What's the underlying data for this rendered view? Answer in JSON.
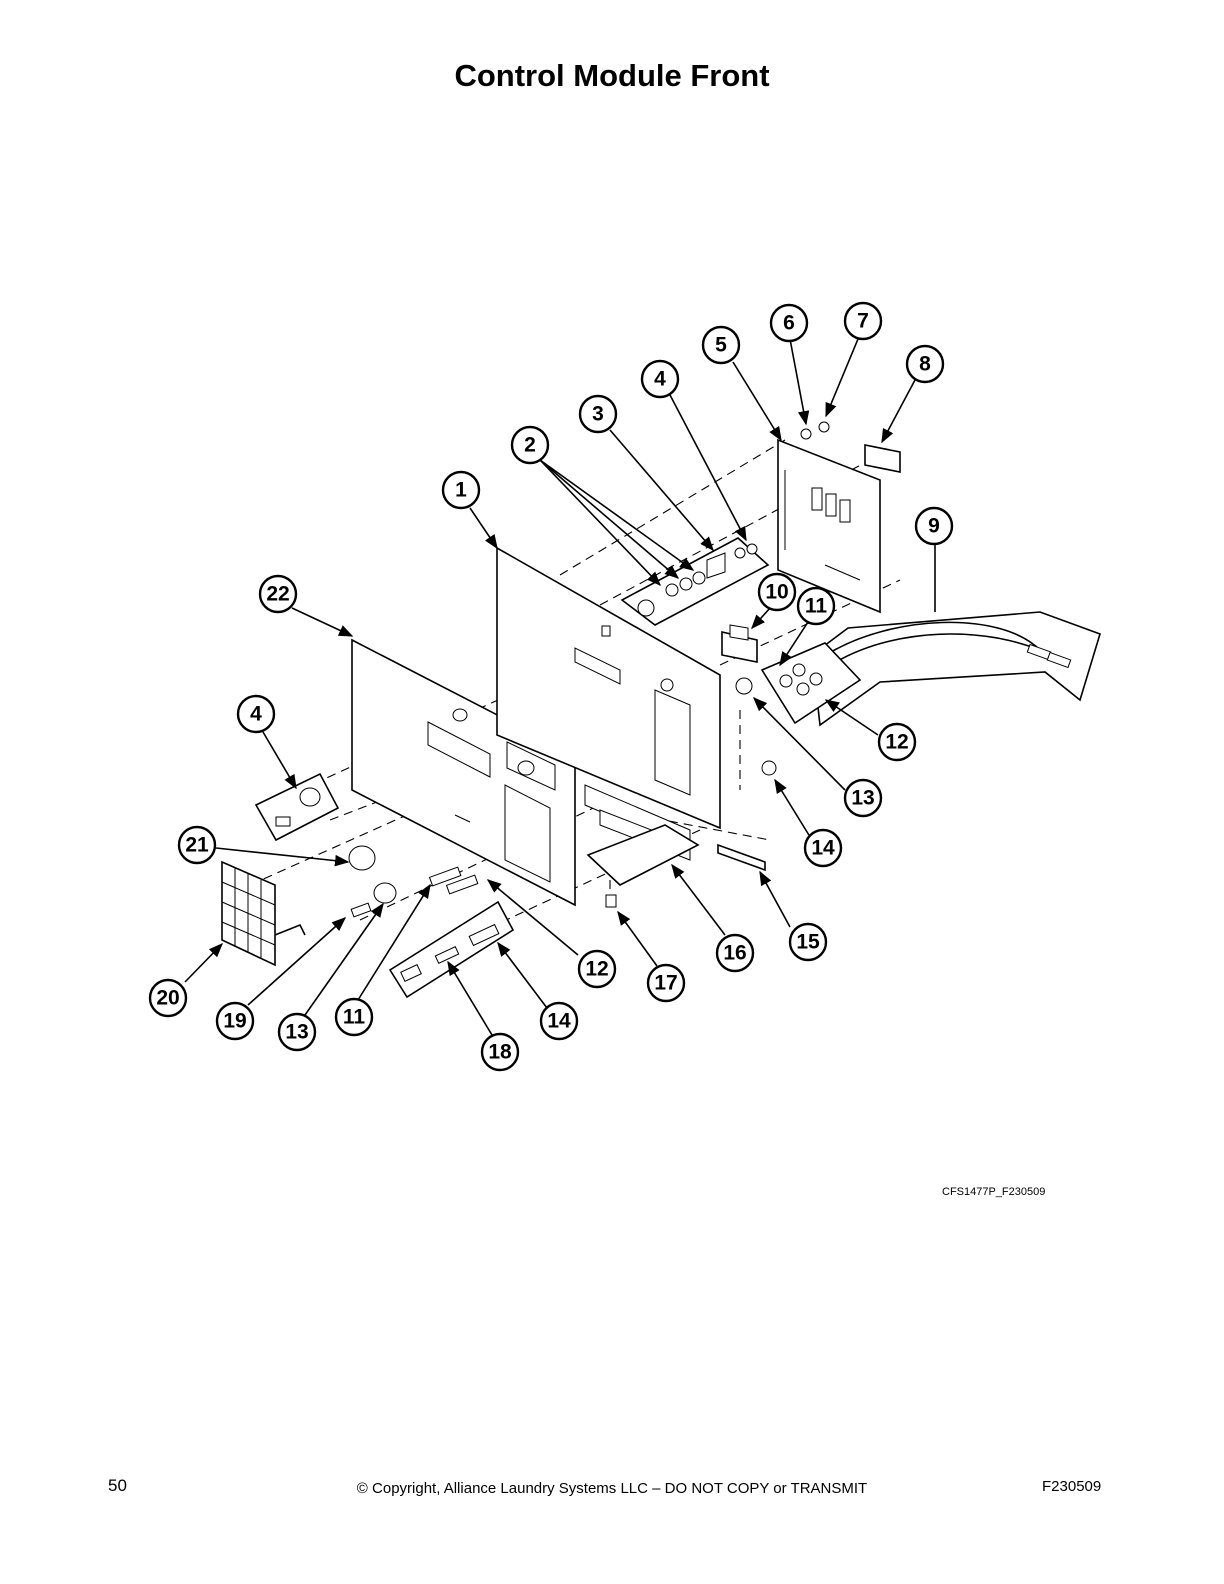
{
  "page": {
    "title": "Control Module Front",
    "figure_id": "CFS1477P_F230509",
    "page_number": "50",
    "copyright": "© Copyright, Alliance Laundry Systems LLC – DO NOT COPY or TRANSMIT",
    "doc_number": "F230509"
  },
  "callouts": [
    {
      "id": "c1",
      "label": "1"
    },
    {
      "id": "c2",
      "label": "2"
    },
    {
      "id": "c3",
      "label": "3"
    },
    {
      "id": "c4a",
      "label": "4"
    },
    {
      "id": "c4b",
      "label": "4"
    },
    {
      "id": "c5",
      "label": "5"
    },
    {
      "id": "c6",
      "label": "6"
    },
    {
      "id": "c7",
      "label": "7"
    },
    {
      "id": "c8",
      "label": "8"
    },
    {
      "id": "c9",
      "label": "9"
    },
    {
      "id": "c10",
      "label": "10"
    },
    {
      "id": "c11a",
      "label": "11"
    },
    {
      "id": "c11b",
      "label": "11"
    },
    {
      "id": "c12a",
      "label": "12"
    },
    {
      "id": "c12b",
      "label": "12"
    },
    {
      "id": "c13a",
      "label": "13"
    },
    {
      "id": "c13b",
      "label": "13"
    },
    {
      "id": "c14a",
      "label": "14"
    },
    {
      "id": "c14b",
      "label": "14"
    },
    {
      "id": "c15",
      "label": "15"
    },
    {
      "id": "c16",
      "label": "16"
    },
    {
      "id": "c17",
      "label": "17"
    },
    {
      "id": "c18",
      "label": "18"
    },
    {
      "id": "c19",
      "label": "19"
    },
    {
      "id": "c20",
      "label": "20"
    },
    {
      "id": "c21",
      "label": "21"
    },
    {
      "id": "c22",
      "label": "22"
    }
  ]
}
